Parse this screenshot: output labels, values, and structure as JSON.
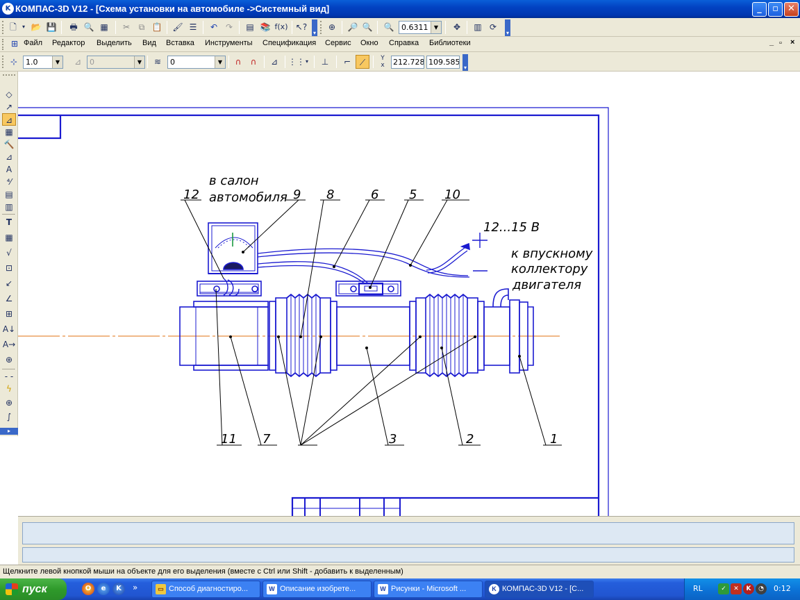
{
  "window": {
    "title": "КОМПАС-3D V12 - [Схема установки на автомобиле ->Системный вид]",
    "app_icon": "kompas-logo-icon",
    "buttons": [
      "minimize",
      "maximize",
      "close"
    ]
  },
  "toolbar_standard": {
    "zoom_value": "0.6311",
    "fx_label": "f(x)"
  },
  "menu": {
    "items": [
      "Файл",
      "Редактор",
      "Выделить",
      "Вид",
      "Вставка",
      "Инструменты",
      "Спецификация",
      "Сервис",
      "Окно",
      "Справка",
      "Библиотеки"
    ],
    "doc_controls": [
      "_",
      "▫",
      "×"
    ]
  },
  "toolbar_current_state": {
    "step": "1.0",
    "layer": "0",
    "style": "0",
    "x_coord": "212.728",
    "y_coord": "109.585"
  },
  "drawing": {
    "note_salon": "в салон",
    "note_salon2": "автомобиля",
    "note_voltage": "12...15 В",
    "note_plus": "+",
    "note_minus": "—",
    "note_collector1": "к впускному",
    "note_collector2": "коллектору",
    "note_collector3": "двигателя",
    "labels_top": [
      "12",
      "9",
      "8",
      "6",
      "5",
      "10"
    ],
    "labels_bottom": [
      "11",
      "7",
      "3",
      "2",
      "1"
    ],
    "colors": {
      "line": "#1a1ad0",
      "leader": "#000000",
      "axis": "#e07010"
    }
  },
  "status_bar": {
    "hint": "Щелкните левой кнопкой мыши на объекте для его выделения (вместе с Ctrl или Shift - добавить к выделенным)"
  },
  "taskbar": {
    "start_label": "пуск",
    "quicklaunch_more": "»",
    "tasks": [
      {
        "label": "Способ диагностиро...",
        "icon": "folder-icon"
      },
      {
        "label": "Описание изобрете...",
        "icon": "word-icon"
      },
      {
        "label": "Рисунки - Microsoft ...",
        "icon": "word-icon"
      },
      {
        "label": "КОМПАС-3D V12 - [С...",
        "icon": "kompas-icon"
      }
    ],
    "tray": {
      "language": "RL",
      "clock": "0:12"
    }
  }
}
